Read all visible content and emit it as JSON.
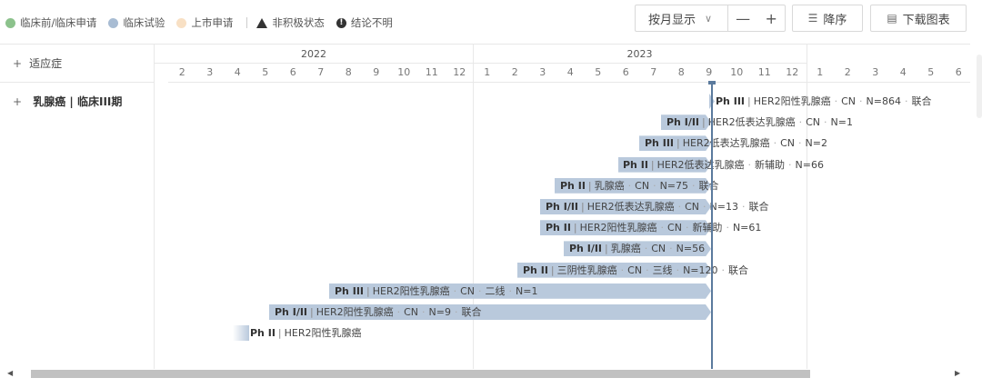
{
  "legend": {
    "items": [
      {
        "label": "临床前/临床申请",
        "color": "#8cc28c"
      },
      {
        "label": "临床试验",
        "color": "#a8bcd3"
      },
      {
        "label": "上市申请",
        "color": "#f8e0c4"
      }
    ],
    "symbols": [
      {
        "icon": "triangle-icon",
        "label": "非积极状态"
      },
      {
        "icon": "exclamation-icon",
        "label": "结论不明"
      }
    ]
  },
  "toolbar": {
    "view_label": "按月显示",
    "zoom_out": "—",
    "zoom_in": "+",
    "sort_label": "降序",
    "download_label": "下载图表"
  },
  "gantt": {
    "header_label": "适应症",
    "row_label": "乳腺癌 | 临床III期",
    "years": [
      "2022",
      "2023"
    ],
    "months": [
      "2",
      "3",
      "4",
      "5",
      "6",
      "7",
      "8",
      "9",
      "10",
      "11",
      "12",
      "1",
      "2",
      "3",
      "4",
      "5",
      "6",
      "7",
      "8",
      "9",
      "10",
      "11",
      "12",
      "1",
      "2",
      "3",
      "4",
      "5",
      "6"
    ],
    "bars": [
      {
        "phase": "Ph III",
        "desc": "HER2阳性乳腺癌",
        "tags": [
          "CN",
          "N=864",
          "联合"
        ]
      },
      {
        "phase": "Ph I/II",
        "desc": "HER2低表达乳腺癌",
        "tags": [
          "CN",
          "N=1"
        ]
      },
      {
        "phase": "Ph III",
        "desc": "HER2低表达乳腺癌",
        "tags": [
          "CN",
          "N=2"
        ]
      },
      {
        "phase": "Ph II",
        "desc": "HER2低表达乳腺癌",
        "tags": [
          "新辅助",
          "N=66"
        ]
      },
      {
        "phase": "Ph II",
        "desc": "乳腺癌",
        "tags": [
          "CN",
          "N=75",
          "联合"
        ]
      },
      {
        "phase": "Ph I/II",
        "desc": "HER2低表达乳腺癌",
        "tags": [
          "CN",
          "N=13",
          "联合"
        ]
      },
      {
        "phase": "Ph II",
        "desc": "HER2阳性乳腺癌",
        "tags": [
          "CN",
          "新辅助",
          "N=61"
        ]
      },
      {
        "phase": "Ph I/II",
        "desc": "乳腺癌",
        "tags": [
          "CN",
          "N=56"
        ]
      },
      {
        "phase": "Ph II",
        "desc": "三阴性乳腺癌",
        "tags": [
          "CN",
          "三线",
          "N=120",
          "联合"
        ]
      },
      {
        "phase": "Ph III",
        "desc": "HER2阳性乳腺癌",
        "tags": [
          "CN",
          "二线",
          "N=1"
        ]
      },
      {
        "phase": "Ph I/II",
        "desc": "HER2阳性乳腺癌",
        "tags": [
          "CN",
          "N=9",
          "联合"
        ]
      },
      {
        "phase": "Ph II",
        "desc": "HER2阳性乳腺癌",
        "tags": []
      }
    ]
  }
}
